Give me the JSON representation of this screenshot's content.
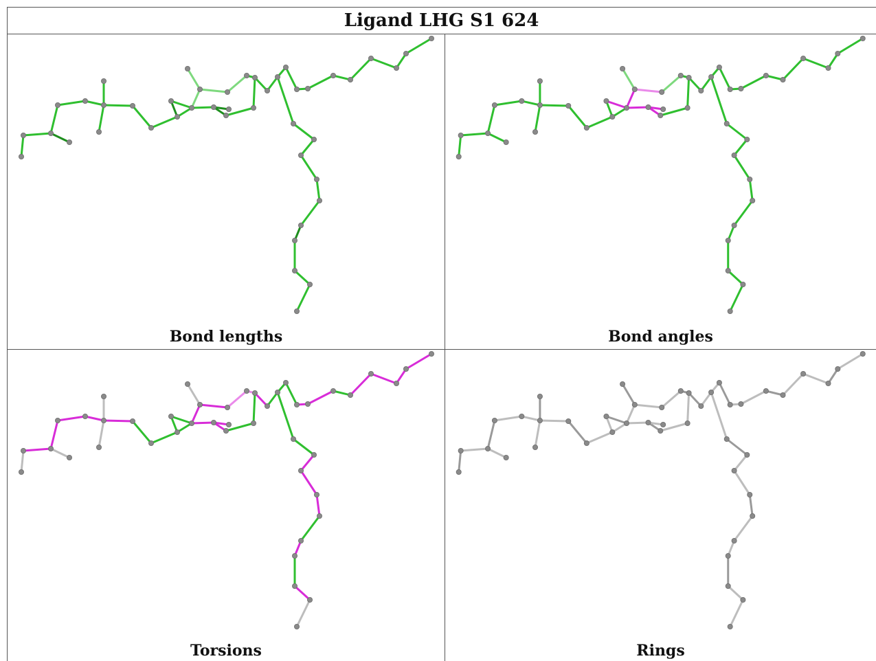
{
  "title": "Ligand LHG S1 624",
  "panels": [
    {
      "key": "bond_lengths",
      "caption": "Bond lengths"
    },
    {
      "key": "bond_angles",
      "caption": "Bond angles"
    },
    {
      "key": "torsions",
      "caption": "Torsions"
    },
    {
      "key": "rings",
      "caption": "Rings"
    }
  ],
  "colors": {
    "good": "#2fbf2f",
    "good_dark": "#1e8f1e",
    "good_light": "#7ed97e",
    "outlier": "#d82cd8",
    "outlier_light": "#ea8aea",
    "neutral": "#bdbdbd",
    "neutral_dark": "#9a9a9a",
    "atom": "#8a8a8a"
  }
}
